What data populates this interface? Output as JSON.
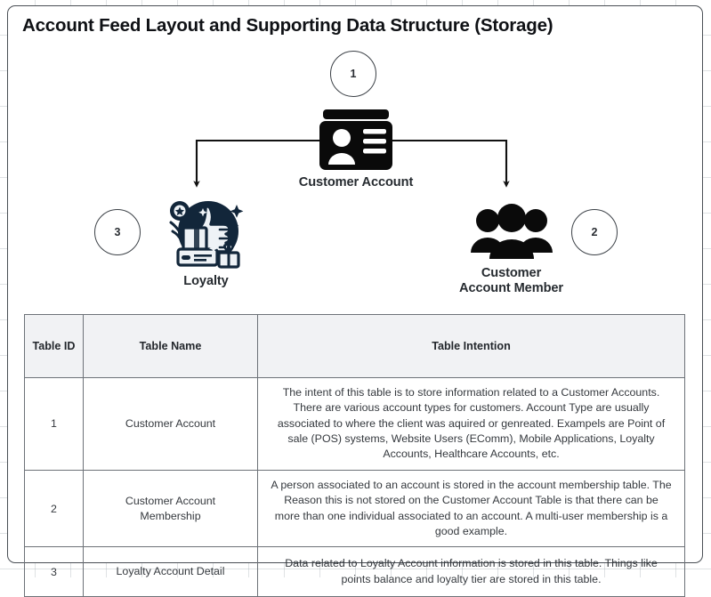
{
  "page": {
    "title": "Account Feed Layout and Supporting Data Structure (Storage)"
  },
  "diagram": {
    "nodes": [
      {
        "id": "customer-account",
        "label": "Customer Account",
        "badge": "1",
        "icon": "id-card-icon"
      },
      {
        "id": "customer-account-member",
        "label": "Customer\nAccount Member",
        "label_line1": "Customer",
        "label_line2": "Account Member",
        "badge": "2",
        "icon": "people-group-icon"
      },
      {
        "id": "loyalty",
        "label": "Loyalty",
        "badge": "3",
        "icon": "loyalty-rewards-icon"
      }
    ],
    "edges": [
      {
        "from": "customer-account",
        "to": "loyalty"
      },
      {
        "from": "customer-account",
        "to": "customer-account-member"
      }
    ]
  },
  "table": {
    "columns": [
      "Table ID",
      "Table Name",
      "Table Intention"
    ],
    "rows": [
      {
        "id": "1",
        "name": "Customer Account",
        "intention": "The intent of this table is to store information related to a Customer Accounts.  There are various account types for customers. Account Type are usually associated to where the client was aquired or genreated. Exampels are Point of sale (POS) systems, Website Users (EComm), Mobile Applications, Loyalty Accounts, Healthcare Accounts, etc."
      },
      {
        "id": "2",
        "name": "Customer Account Membership",
        "intention": "A person associated to an account is stored in the account membership table.  The Reason this is not stored on the Customer Account Table is that there can be more than one individual associated to an account.  A multi-user membership is a good example."
      },
      {
        "id": "3",
        "name": "Loyalty Account Detail",
        "intention": "Data related to Loyalty Account information is stored in this table.  Things like points balance and loyalty tier are stored in this table."
      }
    ]
  },
  "colors": {
    "card_border": "#4a4f55",
    "title_text": "#0f1115",
    "table_header_bg": "#f1f2f4",
    "table_border": "#6d7278",
    "icon_dark": "#0a0a0a",
    "loyalty_navy": "#12263a",
    "connector": "#111111"
  }
}
